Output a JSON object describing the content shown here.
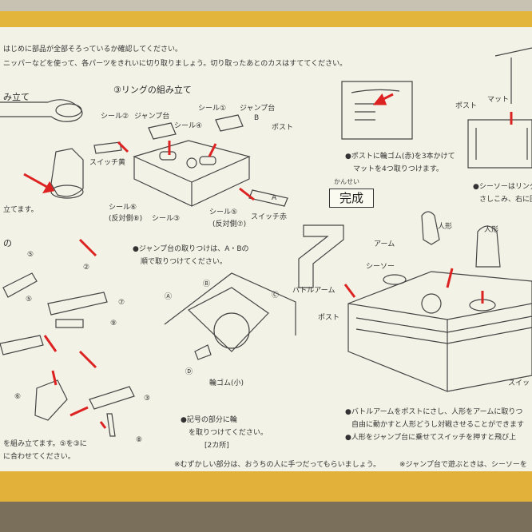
{
  "sheet": {
    "intro": [
      "はじめに部品が全部そろっているか確認してください。",
      "ニッパーなどを使って、各パーツをきれいに切り取りましょう。切り取ったあとのカスはすててください。"
    ],
    "sections": {
      "left_header": "み立て",
      "ring_header": "③リングの組み立て",
      "left_mid_header": "の",
      "kansei_reading": "かんせい",
      "kansei": "完成"
    },
    "left_labels": {
      "bottom_note": "立てます。",
      "foot1": "を組み立てます。⑤を③に",
      "foot2": "に合わせてください。"
    },
    "ring_labels": {
      "seal1": "シール①",
      "seal2": "シール②",
      "seal3": "シール③",
      "seal4": "シール④",
      "seal5": "シール⑤",
      "seal6": "シール⑥",
      "jump1": "ジャンプ台",
      "jump2": "ジャンプ台",
      "b": "B",
      "a": "A",
      "post": "ポスト",
      "switch_yellow": "スイッチ黄",
      "switch_red": "スイッチ赤",
      "hantai7": "(反対側⑦)",
      "hantai8": "(反対側⑧)",
      "note1": "●ジャンプ台の取りつけは、A・Bの",
      "note2": "順で取りつけてください。"
    },
    "mid_labels": {
      "rubber": "輪ゴム(小)",
      "note1": "●記号の部分に輪",
      "note2": "を取りつけてください。",
      "note3": "[2カ所]"
    },
    "right_labels": {
      "post": "ポスト",
      "mat": "マット",
      "rubber_note1": "●ポストに輪ゴム(赤)を3本かけて",
      "rubber_note2": "マットを4つ取りつけます。",
      "seesaw_note1": "●シーソーはリング",
      "seesaw_note2": "さしこみ、右に回",
      "arm": "アーム",
      "doll1": "人形",
      "doll2": "人形",
      "seesaw": "シーソー",
      "battle_arm": "バトルアーム",
      "post2": "ポスト",
      "switch": "スイッ",
      "bottom1": "●バトルアームをポストにさし、人形をアームに取りつ",
      "bottom2": "自由に動かすと人形どうし対戦させることができます",
      "bottom3": "●人形をジャンプ台に乗せてスイッチを押すと飛び上"
    },
    "footer": {
      "left": "※むずかしい部分は、おうちの人に手つだってもらいましょう。",
      "right": "※ジャンプ台で遊ぶときは、シーソーを"
    },
    "part_numbers": [
      "⑤",
      "②",
      "⑦",
      "⑨",
      "③",
      "⑤",
      "⑥",
      "⑧",
      "Ⓐ",
      "Ⓑ",
      "Ⓒ",
      "Ⓓ"
    ]
  }
}
